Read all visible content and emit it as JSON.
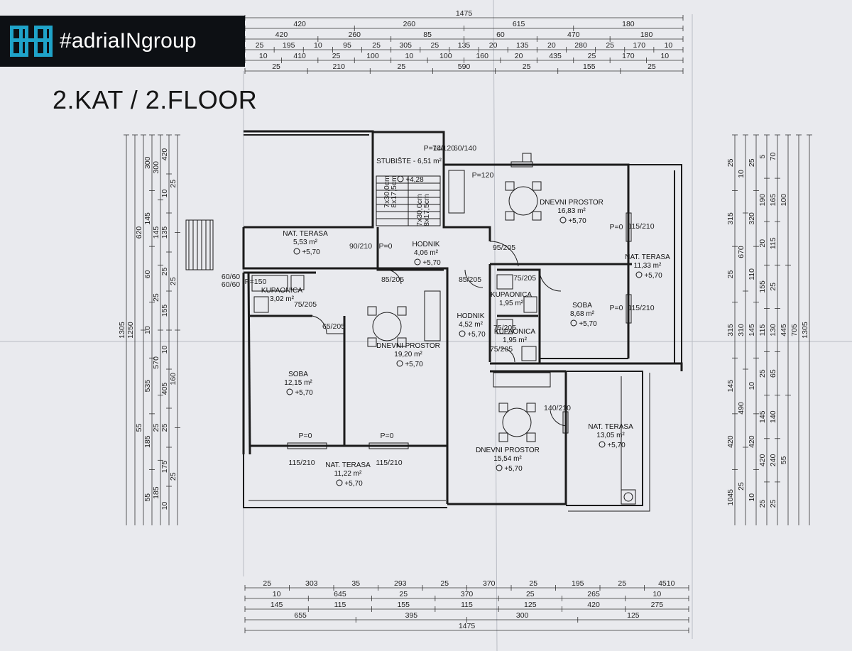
{
  "logo": {
    "text": "#adriaINgroup"
  },
  "title": "2.KAT / 2.FLOOR",
  "rooms": [
    {
      "name": "STUBIŠTE - 6,51 m²",
      "level": "+4,28"
    },
    {
      "name": "NAT. TERASA",
      "area": "5,53 m²",
      "level": "+5,70"
    },
    {
      "name": "HODNIK",
      "area": "4,06 m²",
      "level": "+5,70"
    },
    {
      "name": "DNEVNI PROSTOR",
      "area": "16,83 m²",
      "level": "+5,70"
    },
    {
      "name": "NAT. TERASA",
      "area": "11,33 m²",
      "level": "+5,70"
    },
    {
      "name": "KUPAONICA",
      "area": "3,02 m²",
      "level": ""
    },
    {
      "name": "KUPAONICA",
      "area": "1,95 m²",
      "level": ""
    },
    {
      "name": "SOBA",
      "area": "8,68 m²",
      "level": "+5,70"
    },
    {
      "name": "HODNIK",
      "area": "4,52 m²",
      "level": "+5,70"
    },
    {
      "name": "KUPAONICA",
      "area": "1,95 m²",
      "level": ""
    },
    {
      "name": "DNEVNI PROSTOR",
      "area": "19,20 m²",
      "level": "+5,70"
    },
    {
      "name": "SOBA",
      "area": "12,15 m²",
      "level": "+5,70"
    },
    {
      "name": "NAT. TERASA",
      "area": "13,05 m²",
      "level": "+5,70"
    },
    {
      "name": "DNEVNI PROSTOR",
      "area": "15,54 m²",
      "level": "+5,70"
    },
    {
      "name": "NAT. TERASA",
      "area": "11,22 m²",
      "level": "+5,70"
    }
  ],
  "dims_top": [
    [
      "1475"
    ],
    [
      "420",
      "260",
      "615",
      "180"
    ],
    [
      "420",
      "260",
      "85",
      "60",
      "470",
      "180"
    ],
    [
      "25",
      "195",
      "10",
      "95",
      "25",
      "305",
      "25",
      "135",
      "20",
      "135",
      "20",
      "280",
      "25",
      "170",
      "10"
    ],
    [
      "10",
      "410",
      "25",
      "100",
      "10",
      "100",
      "160",
      "20",
      "435",
      "25",
      "170",
      "10"
    ],
    [
      "25",
      "210",
      "25",
      "590",
      "25",
      "155",
      "25"
    ]
  ],
  "dims_bottom": [
    [
      "25",
      "303",
      "35",
      "293",
      "25",
      "370",
      "25",
      "195",
      "25",
      "4510"
    ],
    [
      "10",
      "645",
      "25",
      "370",
      "25",
      "265",
      "10"
    ],
    [
      "145",
      "115",
      "155",
      "115",
      "125",
      "420",
      "275"
    ],
    [
      "655",
      "395",
      "300",
      "125"
    ],
    [
      "1475"
    ]
  ],
  "dims_left": [
    [
      "1305"
    ],
    [
      "1250"
    ],
    [
      "620",
      "55"
    ],
    [
      "300",
      "145",
      "60",
      "10",
      "535",
      "185",
      "55"
    ],
    [
      "300",
      "145",
      "25",
      "570",
      "25",
      "185"
    ],
    [
      "420",
      "10",
      "135",
      "25",
      "155",
      "10",
      "405",
      "25",
      "175",
      "10"
    ],
    [
      "25",
      "25",
      "160",
      "25"
    ]
  ],
  "dims_right": [
    [
      "1305"
    ],
    [
      "705"
    ],
    [
      "100",
      "445",
      "55"
    ],
    [
      "70",
      "165",
      "115",
      "25",
      "130",
      "65",
      "140",
      "240",
      "25"
    ],
    [
      "5",
      "190",
      "20",
      "155",
      "115",
      "25",
      "145",
      "420",
      "25"
    ],
    [
      "25",
      "320",
      "110",
      "145",
      "10",
      "420",
      "10"
    ],
    [
      "10",
      "670",
      "310",
      "490",
      "25"
    ],
    [
      "25",
      "315",
      "25",
      "315",
      "145",
      "420",
      "1045"
    ]
  ],
  "openings": [
    "70/120",
    "60/140",
    "P=140",
    "P=120",
    "90/210",
    "P=0",
    "95/205",
    "85/205",
    "85/205",
    "75/205",
    "75/205",
    "75/205",
    "75/205",
    "65/205",
    "115/210",
    "115/210",
    "P=0",
    "P=0",
    "140/210",
    "115/210",
    "115/210",
    "P=0",
    "P=0",
    "60/60",
    "60/60",
    "P=150",
    "7x30,0cm",
    "8x17,5cm",
    "7x30,0cm",
    "8x17,5cm"
  ]
}
